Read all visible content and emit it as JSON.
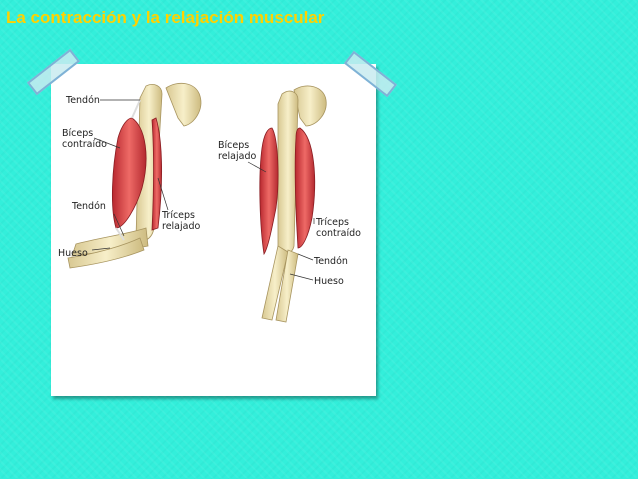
{
  "slide": {
    "title": "La contracción y la relajación muscular"
  },
  "figure": {
    "left_arm": {
      "tendon_top": "Tendón",
      "biceps_line1": "Bíceps",
      "biceps_line2": "contraído",
      "tendon_bottom": "Tendón",
      "triceps_line1": "Tríceps",
      "triceps_line2": "relajado",
      "bone": "Hueso"
    },
    "right_arm": {
      "biceps_line1": "Bíceps",
      "biceps_line2": "relajado",
      "triceps_line1": "Tríceps",
      "triceps_line2": "contraído",
      "tendon": "Tendón",
      "bone": "Hueso"
    }
  },
  "colors": {
    "background": "#33efdb",
    "title": "#ffd200",
    "muscle": "#d9474a",
    "bone": "#efe2b0"
  }
}
